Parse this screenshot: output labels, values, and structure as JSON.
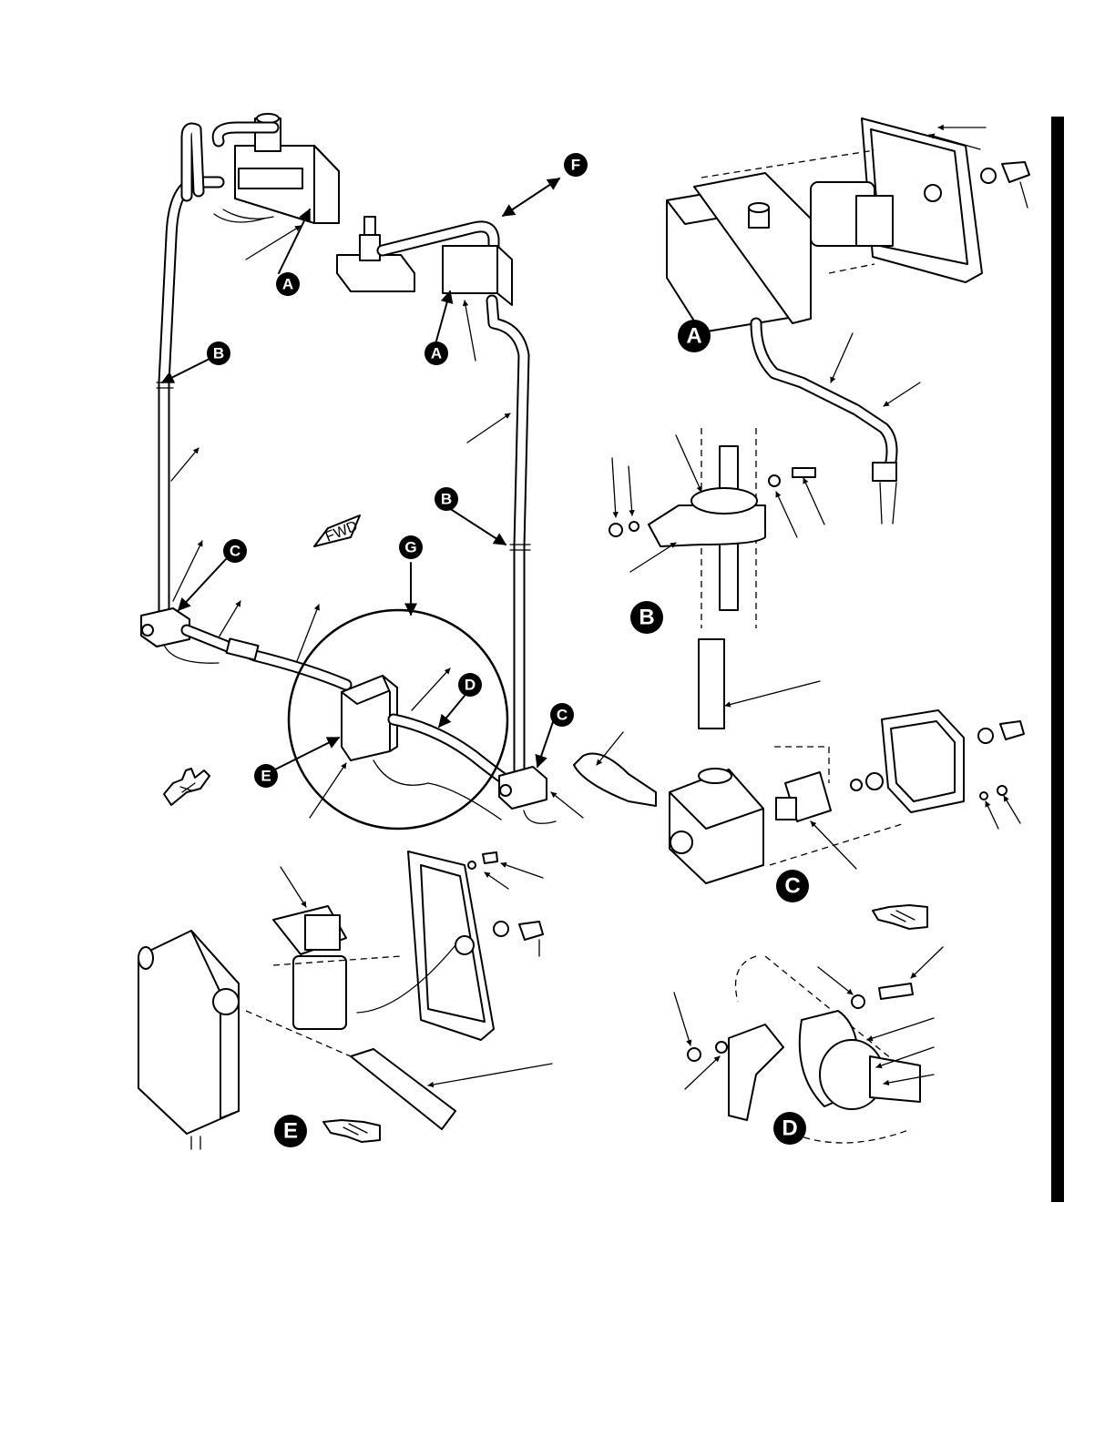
{
  "diagram": {
    "direction_label": "FWD",
    "callouts": {
      "A": "A",
      "B": "B",
      "C": "C",
      "D": "D",
      "E": "E",
      "F": "F",
      "G": "G"
    },
    "detail_views": {
      "A": "A",
      "B": "B",
      "C": "C",
      "D": "D",
      "E": "E"
    },
    "note_icon": "pointing-hand-icon"
  }
}
